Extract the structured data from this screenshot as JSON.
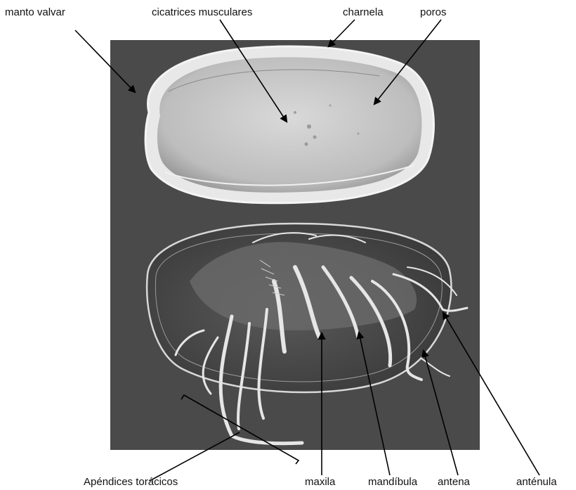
{
  "labels": {
    "manto_valvar": "manto valvar",
    "cicatrices_musculares": "cicatrices musculares",
    "charnela": "charnela",
    "poros": "poros",
    "apendices_toracicos": "Apéndices torácicos",
    "maxila": "maxila",
    "mandibula": "mandíbula",
    "antena": "antena",
    "antenula": "anténula"
  },
  "colors": {
    "photo_background": "#4a4a4a",
    "valve_shell": "#c9c9c9",
    "valve_rim": "#ededed",
    "body_appendages": "#e6e6e6",
    "arrows": "#000000"
  }
}
